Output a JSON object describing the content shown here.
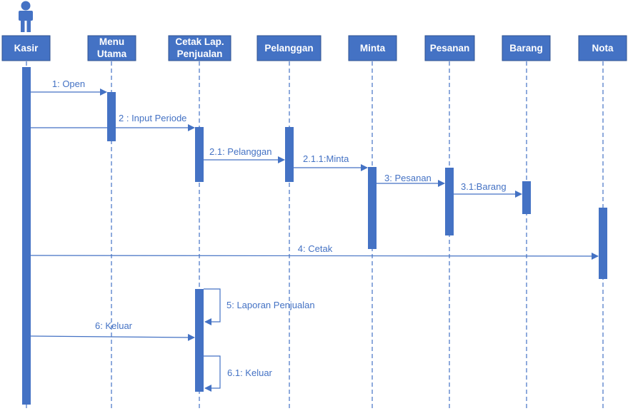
{
  "colors": {
    "accent": "#4472c4",
    "header_text": "#ffffff",
    "background": "#ffffff"
  },
  "actor_icon": "person-icon",
  "lifelines": [
    {
      "id": "kasir",
      "lines": [
        "Kasir"
      ]
    },
    {
      "id": "menu-utama",
      "lines": [
        "Menu",
        "Utama"
      ]
    },
    {
      "id": "cetak-lap-penjualan",
      "lines": [
        "Cetak Lap.",
        "Penjualan"
      ]
    },
    {
      "id": "pelanggan",
      "lines": [
        "Pelanggan"
      ]
    },
    {
      "id": "minta",
      "lines": [
        "Minta"
      ]
    },
    {
      "id": "pesanan",
      "lines": [
        "Pesanan"
      ]
    },
    {
      "id": "barang",
      "lines": [
        "Barang"
      ]
    },
    {
      "id": "nota",
      "lines": [
        "Nota"
      ]
    }
  ],
  "messages": [
    {
      "id": "open",
      "label": "1: Open",
      "from": "kasir",
      "to": "menu-utama"
    },
    {
      "id": "input-periode",
      "label": "2 : Input Periode",
      "from": "kasir",
      "to": "cetak-lap-penjualan"
    },
    {
      "id": "pelanggan",
      "label": "2.1: Pelanggan",
      "from": "cetak-lap-penjualan",
      "to": "pelanggan"
    },
    {
      "id": "minta",
      "label": "2.1.1:Minta",
      "from": "pelanggan",
      "to": "minta"
    },
    {
      "id": "pesanan",
      "label": "3: Pesanan",
      "from": "minta",
      "to": "pesanan"
    },
    {
      "id": "barang",
      "label": "3.1:Barang",
      "from": "pesanan",
      "to": "barang"
    },
    {
      "id": "cetak",
      "label": "4: Cetak",
      "from": "kasir",
      "to": "nota"
    },
    {
      "id": "laporan-penjualan",
      "label": "5: Laporan Penjualan",
      "from": "cetak-lap-penjualan",
      "to": "cetak-lap-penjualan",
      "self": true
    },
    {
      "id": "keluar",
      "label": "6: Keluar",
      "from": "kasir",
      "to": "cetak-lap-penjualan"
    },
    {
      "id": "keluar-self",
      "label": "6.1: Keluar",
      "from": "cetak-lap-penjualan",
      "to": "cetak-lap-penjualan",
      "self": true
    }
  ]
}
